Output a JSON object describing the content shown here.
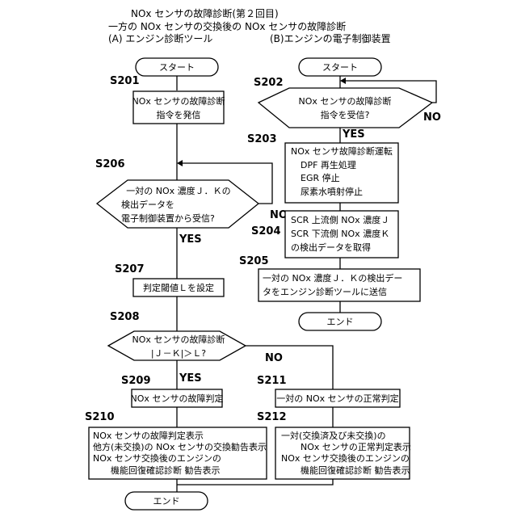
{
  "header": {
    "line1": "NOx センサの故障診断(第２回目)",
    "line2": "一方の NOx センサの交換後の NOx センサの故障診断",
    "col_a": "(A)  エンジン診断ツール",
    "col_b": "(B)エンジンの電子制御装置"
  },
  "steps": {
    "s201": "S201",
    "s202": "S202",
    "s203": "S203",
    "s204": "S204",
    "s205": "S205",
    "s206": "S206",
    "s207": "S207",
    "s208": "S208",
    "s209": "S209",
    "s210": "S210",
    "s211": "S211",
    "s212": "S212"
  },
  "terminals": {
    "start_a": "スタート",
    "start_b": "スタート",
    "end_a": "エンド",
    "end_b": "エンド"
  },
  "boxes": {
    "s201": [
      "NOx センサの故障診断",
      "指令を発信"
    ],
    "s202": [
      "NOx センサの故障診断",
      "指令を受信?"
    ],
    "s203": [
      "NOx センサ故障診断運転",
      "DPF 再生処理",
      "EGR 停止",
      "尿素水噴射停止"
    ],
    "s204": [
      "SCR 上流側 NOx 濃度Ｊ",
      "SCR 下流側 NOx 濃度Ｋ",
      "の検出データを取得"
    ],
    "s205": [
      "一対の NOx 濃度Ｊ．Ｋの検出デー",
      "タをエンジン診断ツールに送信"
    ],
    "s206": [
      "一対の NOx 濃度Ｊ．Ｋの",
      "検出データを",
      "電子制御装置から受信?"
    ],
    "s207": [
      "判定閾値Ｌを設定"
    ],
    "s208": [
      "NOx センサの故障診断",
      "|Ｊ－Ｋ|＞Ｌ?"
    ],
    "s209": [
      "NOx センサの故障判定"
    ],
    "s210": [
      "NOx センサの故障判定表示",
      "他方(未交換)の NOx センサの交換勧告表示",
      "NOx センサ交換後のエンジンの",
      "機能回復確認診断 勧告表示"
    ],
    "s211": [
      "一対の NOx センサの正常判定"
    ],
    "s212": [
      "一対(交換済及び未交換)の",
      "NOx センサの正常判定表示",
      "NOx センサ交換後のエンジンの",
      "機能回復確認診断 勧告表示"
    ]
  },
  "branch_labels": {
    "s202_yes": "YES",
    "s202_no": "NO",
    "s206_yes": "YES",
    "s206_no": "NO",
    "s208_yes": "YES",
    "s208_no": "NO"
  }
}
